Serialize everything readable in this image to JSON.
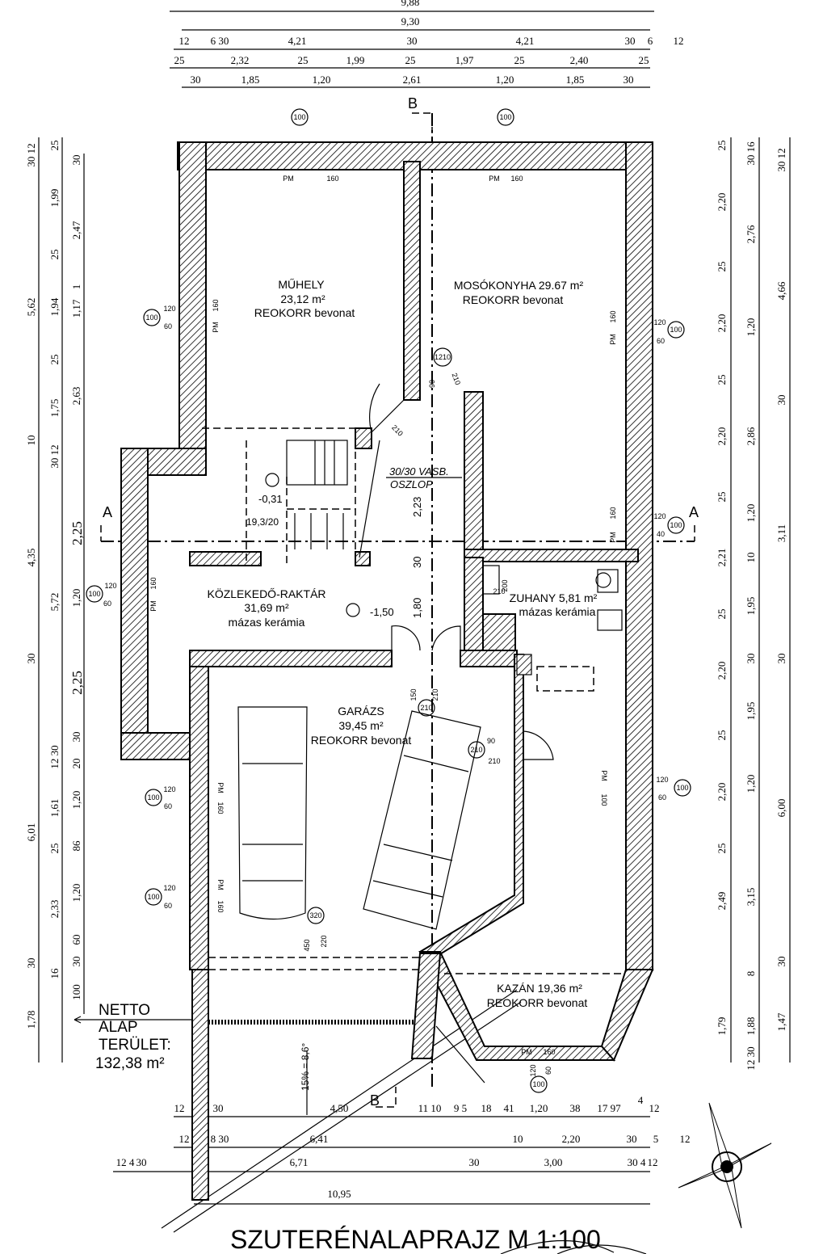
{
  "title": "SZUTERÉNALAPRAJZ  M 1:100",
  "net_area": {
    "l1": "NETTO",
    "l2": "ALAP",
    "l3": "TERÜLET:",
    "value": "132,38 m²"
  },
  "rooms": [
    {
      "name": "MŰHELY",
      "area": "23,12 m²",
      "finish": "REOKORR bevonat"
    },
    {
      "name": "MOSÓKONYHA 29.67 m²",
      "finish": "REOKORR bevonat"
    },
    {
      "name": "KÖZLEKEDŐ-RAKTÁR",
      "area": "31,69 m²",
      "finish": "mázas  kerámia"
    },
    {
      "name": "ZUHANY 5,81 m²",
      "finish": "mázas kerámia"
    },
    {
      "name": "GARÁZS",
      "area": "39,45 m²",
      "finish": "REOKORR bevonat"
    },
    {
      "name": "KAZÁN 19,36 m²",
      "finish": "REOKORR bevonat"
    }
  ],
  "annotations": {
    "column_1": "30/30 VASB.",
    "column_2": "OSZLOP",
    "level_stair": "-0,31",
    "level_floor": "-1,50",
    "stair": "19,3/20",
    "d223": "2,23",
    "d30": "30",
    "d180": "1,80",
    "slope": "15% = 8,6°",
    "section_a": "A",
    "section_b": "B",
    "win": "100",
    "w120": "120",
    "w60": "60",
    "w40": "40",
    "pm": "PM",
    "p160": "160",
    "door1210": "1210",
    "d90": "90",
    "d210": "210",
    "d150": "150",
    "d200": "200",
    "d320": "320",
    "d450": "450",
    "d220": "220",
    "d100": "100"
  },
  "dims_top": {
    "overall": "9,88",
    "inner": "9,30",
    "row1": [
      "12",
      "6 30",
      "4,21",
      "30",
      "4,21",
      "30",
      "6",
      "12"
    ],
    "row2": [
      "25",
      "2,32",
      "25",
      "1,99",
      "25",
      "1,97",
      "25",
      "2,40",
      "25"
    ],
    "row3": [
      "30",
      "1,85",
      "1,20",
      "2,61",
      "1,20",
      "1,85",
      "30"
    ]
  },
  "dims_left": {
    "col1": [
      "30 12",
      "5,62",
      "10",
      "4,35",
      "30",
      "6,01",
      "30",
      "1,78"
    ],
    "col2": [
      "25",
      "1,99",
      "25",
      "1,94",
      "25",
      "1,75",
      "30 12",
      "5,72",
      "12 30",
      "1,61",
      "25",
      "2,33",
      "16"
    ],
    "col3": [
      "30",
      "2,47",
      "1",
      "1,17",
      "2,63",
      "2,25",
      "1,20",
      "2,25",
      "30",
      "20",
      "1,20",
      "86",
      "1,20",
      "60",
      "30",
      "100"
    ]
  },
  "dims_right": {
    "col1": [
      "25",
      "2,20",
      "25",
      "2,20",
      "25",
      "2,20",
      "25",
      "2,21",
      "25",
      "2,20",
      "25",
      "2,20",
      "25",
      "2,49",
      "1,79"
    ],
    "col2": [
      "30 16",
      "2,76",
      "1,20",
      "2,86",
      "1,20",
      "10",
      "1,95",
      "30",
      "1,95",
      "1,20",
      "3,15",
      "8",
      "1,88",
      "12 30"
    ],
    "col3": [
      "30 12",
      "4,66",
      "30",
      "3,11",
      "30",
      "6,00",
      "30",
      "1,47"
    ]
  },
  "dims_bottom": {
    "row1": [
      "12",
      "30",
      "4,50",
      "11 10",
      "9 5",
      "18",
      "41",
      "1,20",
      "38",
      "17 97",
      "4",
      "12"
    ],
    "row2": [
      "12",
      "8 30",
      "6,41",
      "10",
      "2,20",
      "30",
      "5",
      "12"
    ],
    "row3": [
      "12 4",
      "30",
      "6,71",
      "30",
      "3,00",
      "30 4",
      "12"
    ],
    "overall": "10,95"
  }
}
